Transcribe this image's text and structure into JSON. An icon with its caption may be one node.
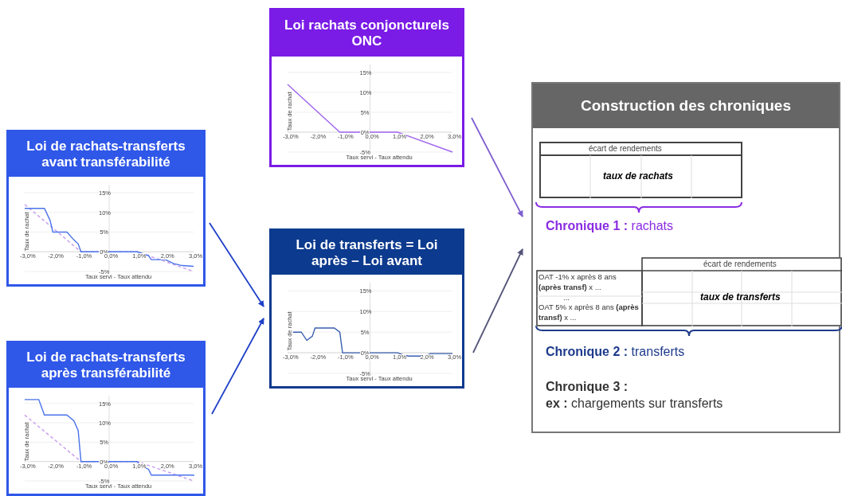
{
  "diagram": {
    "nodes": [
      {
        "text": [
          "Loi rachats conjoncturels ONC"
        ]
      },
      {
        "text": [
          "Loi de rachats-transferts avant transférabilité"
        ]
      },
      {
        "text": [
          "Loi de transferts = Loi après – Loi avant"
        ]
      },
      {
        "text": [
          "Loi de rachats-transferts après transférabilité"
        ]
      },
      {
        "text": [
          "Construction des chroniques",
          "**Chronique 1 :** rachats",
          "**Chronique 2 :** transferts",
          "**Chronique 3 :**",
          "**ex :** chargements sur transferts"
        ]
      },
      {
        "text": [
          "écart de rendements",
          "taux de rachats"
        ],
        "in": 4
      },
      {
        "text": [
          "écart de rendements",
          "OAT -1% x après 8 ans **(après transf)** x ...",
          "...",
          "OAT 5% x après 8 ans **(après transf)** x ...",
          "taux de transferts"
        ],
        "in": 4
      }
    ],
    "edges": [
      {
        "from": 1,
        "to": 2,
        "arrow": "to",
        "color": "#1e40c8"
      },
      {
        "from": 3,
        "to": 2,
        "arrow": "to",
        "color": "#1e40c8"
      },
      {
        "from": 0,
        "to": 4,
        "arrow": "to",
        "color": "#7f5fd0"
      },
      {
        "from": 2,
        "to": 4,
        "arrow": "to",
        "color": "#55557a"
      }
    ],
    "labels": [
      "15%",
      "10%",
      "5%",
      "0%",
      "-5%",
      "-3,0%",
      "-2,0%",
      "-1,0%",
      "0,0%",
      "1,0%",
      "2,0%",
      "3,0%",
      "Taux de rachat",
      "Taux servi - Taux attendu",
      "15%",
      "10%",
      "5%",
      "0%",
      "-5%",
      "-3,0%",
      "-2,0%",
      "-1,0%",
      "0,0%",
      "1,0%",
      "2,0%",
      "3,0%",
      "Taux de rachat",
      "Taux servi - Taux attendu",
      "15%",
      "10%",
      "5%",
      "0%",
      "-5%",
      "-3,0%",
      "-2,0%",
      "-1,0%",
      "0,0%",
      "1,0%",
      "2,0%",
      "3,0%",
      "Taux de rachat",
      "Taux servi - Taux attendu",
      "15%",
      "10%",
      "5%",
      "0%",
      "-5%",
      "-3,0%",
      "-2,0%",
      "-1,0%",
      "0,0%",
      "1,0%",
      "2,0%",
      "3,0%",
      "Taux de rachat",
      "Taux servi - Taux attendu"
    ]
  }
}
